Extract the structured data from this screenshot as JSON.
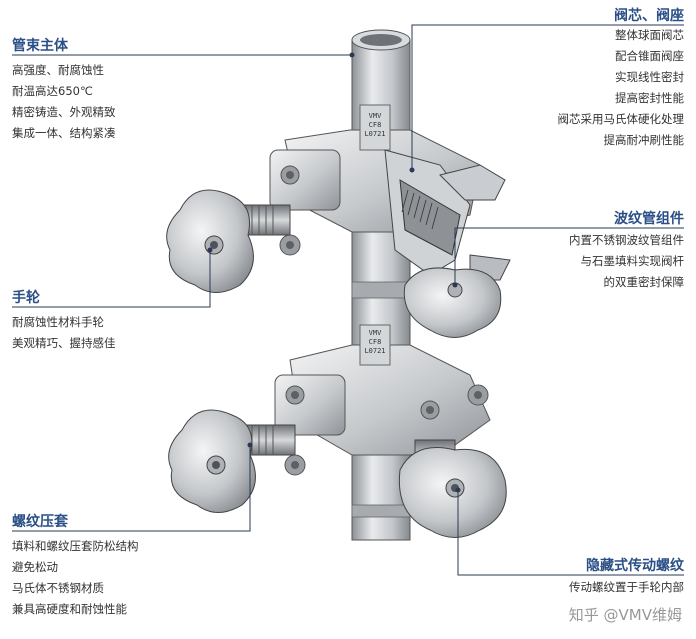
{
  "callouts": {
    "tube_body": {
      "title": "管束主体",
      "lines": [
        "高强度、耐腐蚀性",
        "耐温高达650℃",
        "精密铸造、外观精致",
        "集成一体、结构紧凑"
      ]
    },
    "handwheel": {
      "title": "手轮",
      "lines": [
        "耐腐蚀性材料手轮",
        "美观精巧、握持感佳"
      ]
    },
    "packing_nut": {
      "title": "螺纹压套",
      "lines": [
        "填料和螺纹压套防松结构",
        "避免松动",
        "马氏体不锈钢材质",
        "兼具高硬度和耐蚀性能"
      ]
    },
    "valve_core": {
      "title": "阀芯、阀座",
      "lines": [
        "整体球面阀芯",
        "配合锥面阀座",
        "实现线性密封",
        "提高密封性能",
        "阀芯采用马氏体硬化处理",
        "提高耐冲刷性能"
      ]
    },
    "bellows": {
      "title": "波纹管组件",
      "lines": [
        "内置不锈钢波纹管组件",
        "与石墨填料实现阀杆",
        "的双重密封保障"
      ]
    },
    "hidden_thread": {
      "title": "隐藏式传动螺纹",
      "lines": [
        "传动螺纹置于手轮内部"
      ]
    }
  },
  "body_markings": {
    "upper": [
      "VMV",
      "CF8",
      "L0721"
    ],
    "lower": [
      "VMV",
      "CF8",
      "L0721"
    ]
  },
  "watermark": "知乎 @VMV维姆",
  "colors": {
    "title": "#2a4f86",
    "text": "#333333",
    "line": "#2a3a55",
    "metal_light": "#e6e8ea",
    "metal_mid": "#b8bcc0",
    "metal_dark": "#7d8186"
  }
}
